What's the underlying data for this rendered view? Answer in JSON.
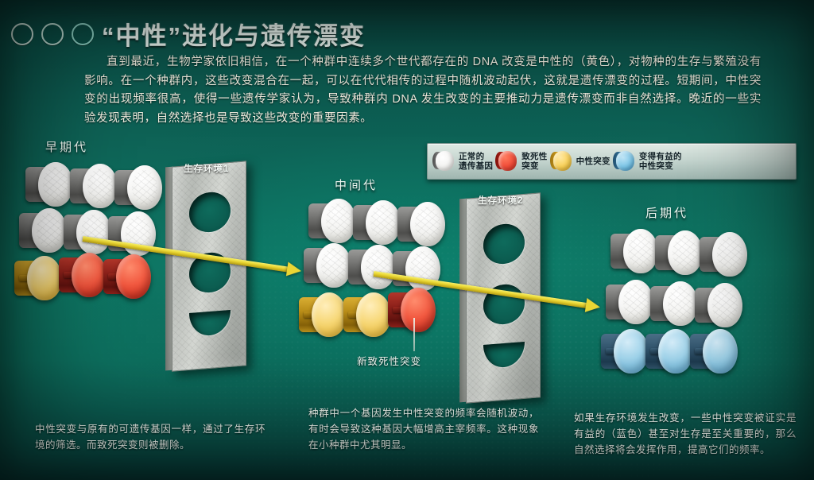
{
  "header": {
    "bullets": [
      "ring-1",
      "ring-2",
      "ring-3"
    ],
    "title": "“中性”进化与遗传漂变",
    "paragraph": "直到最近，生物学家依旧相信，在一个种群中连续多个世代都存在的 DNA 改变是中性的（黄色），对物种的生存与繁殖没有影响。在一个种群内，这些改变混合在一起，可以在代代相传的过程中随机波动起伏，这就是遗传漂变的过程。短期间，中性突变的出现频率很高，使得一些遗传学家认为，导致种群内 DNA 发生改变的主要推动力是遗传漂变而非自然选择。晚近的一些实验发现表明，自然选择也是导致这些改变的重要因素。"
  },
  "legend": {
    "items": [
      {
        "swatch": "white",
        "label": "正常的\n遗传基因"
      },
      {
        "swatch": "red",
        "label": "致死性\n突变"
      },
      {
        "swatch": "yellow",
        "label": "中性突变"
      },
      {
        "swatch": "blue",
        "label": "变得有益的\n中性突变"
      }
    ]
  },
  "diagram": {
    "generations": [
      {
        "id": "early",
        "label": "早期代"
      },
      {
        "id": "mid",
        "label": "中间代"
      },
      {
        "id": "late",
        "label": "后期代"
      }
    ],
    "barriers": [
      {
        "id": "env-1",
        "label": "生存环境1"
      },
      {
        "id": "env-2",
        "label": "生存环境2"
      }
    ],
    "callout": {
      "label": "新致死性突变"
    }
  },
  "captions": [
    {
      "id": "caption-1",
      "text": "中性突变与原有的可遗传基因一样，通过了生存环境的筛选。而致死突变则被删除。"
    },
    {
      "id": "caption-2",
      "text": "种群中一个基因发生中性突变的频率会随机波动，有时会导致这种基因大幅增高主宰频率。这种现象在小种群中尤其明显。"
    },
    {
      "id": "caption-3",
      "text": "如果生存环境发生改变，一些中性突变被证实是有益的（蓝色）甚至对生存是至关重要的，那么自然选择将会发挥作用，提高它们的频率。"
    }
  ],
  "colors": {
    "background": "#0e6457",
    "normal_gene": "#f2f2f0",
    "lethal_mutation": "#ef4a36",
    "neutral_mutation": "#f8cf55",
    "beneficial_mutation": "#79c4e6",
    "arrow": "#e8d431",
    "barrier": "#c2c6c1"
  }
}
